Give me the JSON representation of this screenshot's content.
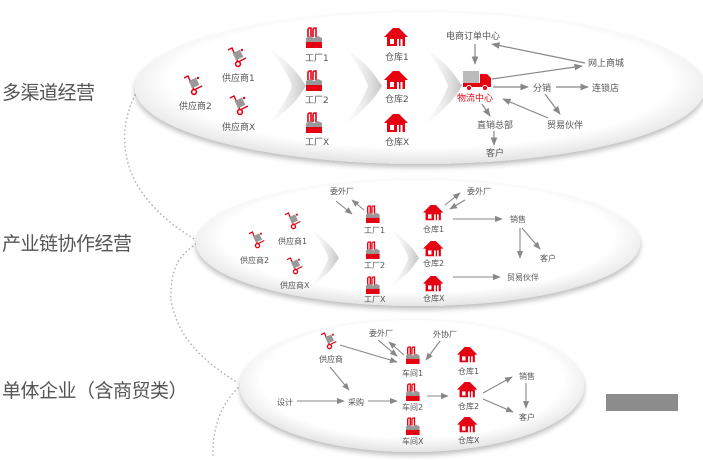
{
  "colors": {
    "accent": "#e60012",
    "icon_gray": "#9a9a9a",
    "arrow": "#888888",
    "label": "#555555",
    "dots": "#b0b0b0"
  },
  "modes": [
    {
      "title": "多渠道经营",
      "suppliers": [
        "供应商2",
        "供应商1",
        "供应商X"
      ],
      "factories": [
        "工厂1",
        "工厂2",
        "工厂X"
      ],
      "warehouses": [
        "仓库1",
        "仓库2",
        "仓库X"
      ],
      "logistics_center": "物流中心",
      "order_center": "电商订单中心",
      "online_mall": "网上商城",
      "distribution": "分销",
      "chain_store": "连锁店",
      "direct_sales_hq": "直销总部",
      "trade_partner": "贸易伙伴",
      "customer": "客户"
    },
    {
      "title": "产业链协作经营",
      "suppliers": [
        "供应商2",
        "供应商1",
        "供应商X"
      ],
      "factories": [
        "工厂1",
        "工厂2",
        "工厂X"
      ],
      "warehouses": [
        "仓库1",
        "仓库2",
        "仓库X"
      ],
      "outsource_factory_1": "委外厂",
      "outsource_factory_2": "委外厂",
      "sales": "销售",
      "customer": "客户",
      "trade_partner": "贸易伙伴"
    },
    {
      "title": "单体企业（含商贸类）",
      "supplier": "供应商",
      "outsource_factory": "委外厂",
      "external_factory": "外协厂",
      "design": "设计",
      "purchase": "采购",
      "workshops": [
        "车间1",
        "车间2",
        "车间X"
      ],
      "warehouses": [
        "仓库1",
        "仓库2",
        "仓库X"
      ],
      "sales": "销售",
      "customer": "客户"
    }
  ]
}
